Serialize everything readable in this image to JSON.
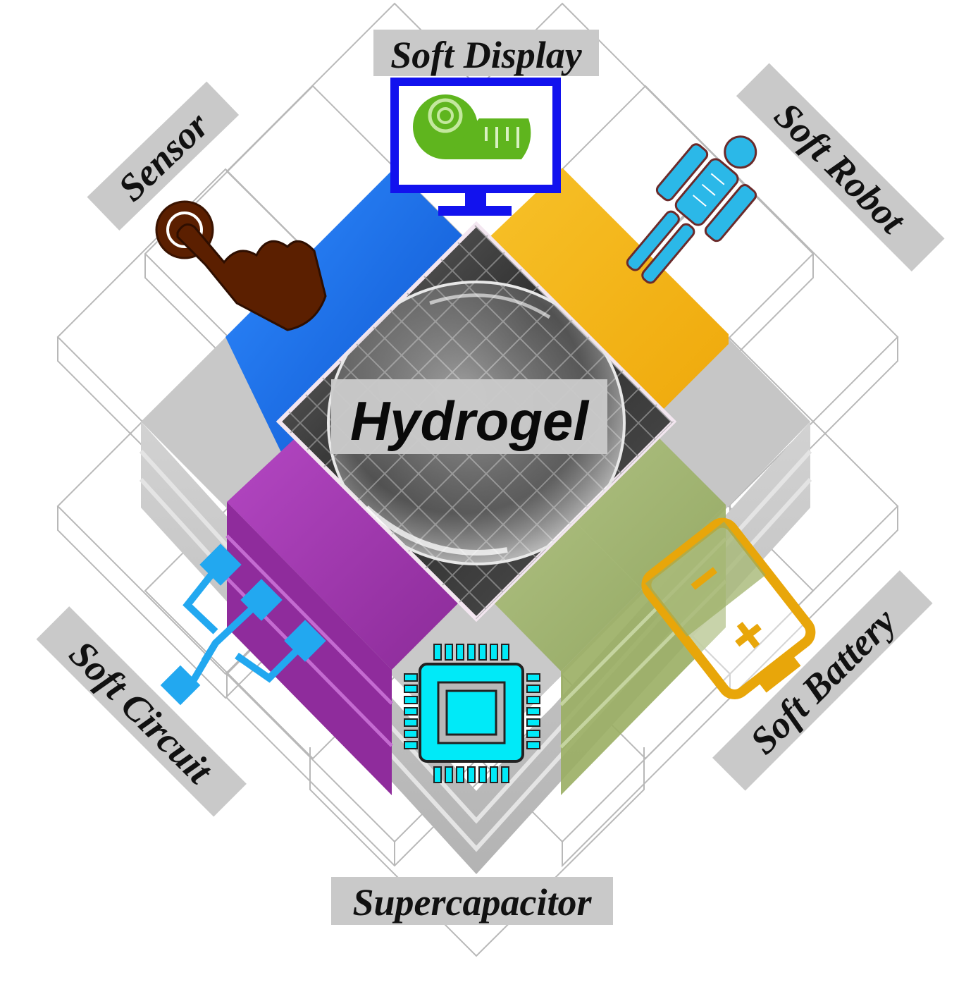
{
  "center": {
    "label": "Hydrogel"
  },
  "applications": [
    {
      "id": "soft-display",
      "label": "Soft Display",
      "icon": "monitor-tape-icon",
      "color": "#1a63f0"
    },
    {
      "id": "sensor",
      "label": "Sensor",
      "icon": "touch-hand-icon",
      "color": "#0b63e5"
    },
    {
      "id": "soft-robot",
      "label": "Soft Robot",
      "icon": "humanoid-robot-icon",
      "color": "#f2b416"
    },
    {
      "id": "soft-circuit",
      "label": "Soft Circuit",
      "icon": "circuit-network-icon",
      "color": "#a23bb0"
    },
    {
      "id": "soft-battery",
      "label": "Soft Battery",
      "icon": "battery-icon",
      "color": "#9fb46a"
    },
    {
      "id": "supercapacitor",
      "label": "Supercapacitor",
      "icon": "chip-icon",
      "color": "#c4c4c4"
    }
  ],
  "colors": {
    "blue": "#0b63e5",
    "yellow": "#f2b416",
    "purple": "#a23bb0",
    "olive": "#9fb46a",
    "gray": "#c4c4c4",
    "label_bg": "#c9c9c9"
  }
}
